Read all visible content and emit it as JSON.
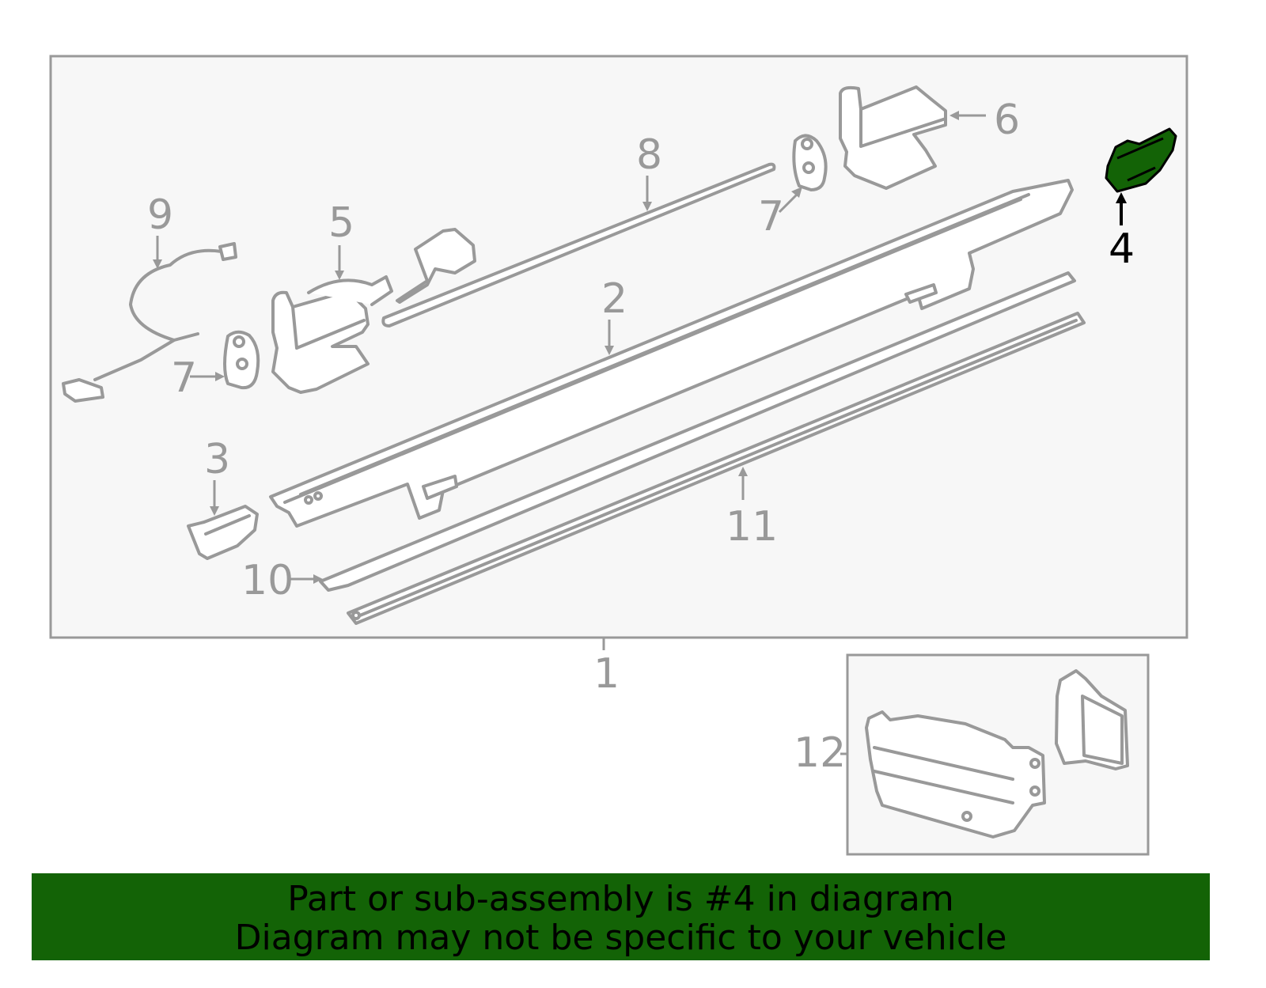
{
  "diagram": {
    "highlighted_part": "4",
    "colors": {
      "line": "#999999",
      "panel_fill": "#f7f7f7",
      "highlight_fill": "#136306",
      "highlight_stroke": "#000000",
      "banner_bg": "#136306",
      "banner_text": "#000000"
    },
    "callouts": [
      {
        "id": "c1",
        "label": "1"
      },
      {
        "id": "c2",
        "label": "2"
      },
      {
        "id": "c3",
        "label": "3"
      },
      {
        "id": "c4",
        "label": "4"
      },
      {
        "id": "c5",
        "label": "5"
      },
      {
        "id": "c6",
        "label": "6"
      },
      {
        "id": "c7a",
        "label": "7"
      },
      {
        "id": "c7b",
        "label": "7"
      },
      {
        "id": "c8",
        "label": "8"
      },
      {
        "id": "c9",
        "label": "9"
      },
      {
        "id": "c10",
        "label": "10"
      },
      {
        "id": "c11",
        "label": "11"
      },
      {
        "id": "c12",
        "label": "12"
      }
    ]
  },
  "banner": {
    "line1": "Part or sub-assembly is #4 in diagram",
    "line2": "Diagram may not be specific to your vehicle"
  }
}
